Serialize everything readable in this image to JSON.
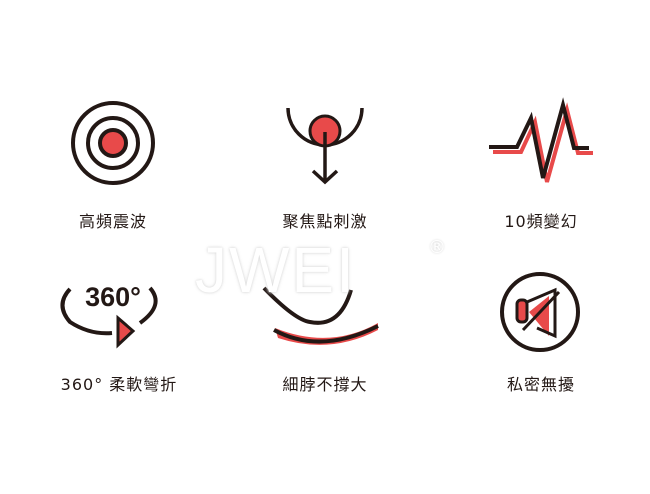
{
  "colors": {
    "accent": "#e84a4a",
    "ink": "#231815"
  },
  "watermark": {
    "text": "JWEI",
    "mark": "®"
  },
  "features": [
    {
      "icon": "target-icon",
      "label": "高頻震波"
    },
    {
      "icon": "focus-point-icon",
      "label": "聚焦點刺激"
    },
    {
      "icon": "waveform-icon",
      "label": "10頻變幻"
    },
    {
      "icon": "rotate-360-icon",
      "label": "360° 柔軟彎折",
      "icon_text": "360°"
    },
    {
      "icon": "bend-icon",
      "label": "細脖不撐大"
    },
    {
      "icon": "mute-icon",
      "label": "私密無擾"
    }
  ]
}
